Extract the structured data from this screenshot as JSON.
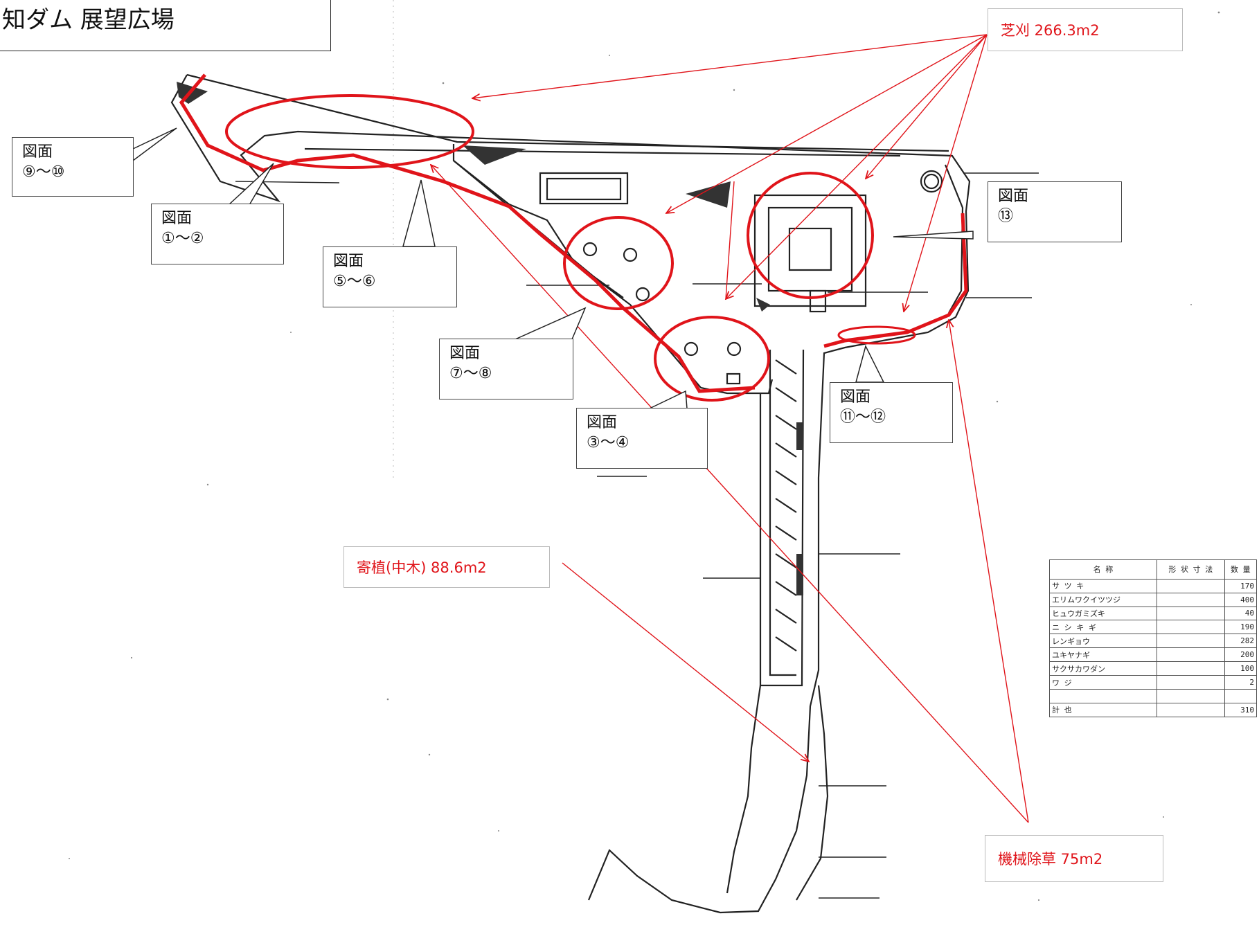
{
  "title": "知ダム 展望広場",
  "callouts": [
    {
      "id": "c9",
      "heading": "図面",
      "range": "⑨〜⑩"
    },
    {
      "id": "c1",
      "heading": "図面",
      "range": "①〜②"
    },
    {
      "id": "c5",
      "heading": "図面",
      "range": "⑤〜⑥"
    },
    {
      "id": "c7",
      "heading": "図面",
      "range": "⑦〜⑧"
    },
    {
      "id": "c3",
      "heading": "図面",
      "range": "③〜④"
    },
    {
      "id": "c11",
      "heading": "図面",
      "range": "⑪〜⑫"
    },
    {
      "id": "c13",
      "heading": "図面",
      "range": "⑬"
    }
  ],
  "notes": {
    "mowing": "芝刈 266.3m2",
    "planting": "寄植(中木) 88.6m2",
    "weeding": "機械除草 75m2"
  },
  "colors": {
    "annotation": "#e0141a",
    "drawing": "#222222"
  },
  "plant_table": {
    "header": [
      "名 称",
      "形 状 寸 法",
      "数 量"
    ],
    "rows": [
      {
        "name": "サ ツ キ",
        "q": "170"
      },
      {
        "name": "エリムワクイツツジ",
        "q": "400"
      },
      {
        "name": "ヒュウガミズキ",
        "q": "40"
      },
      {
        "name": "ニ シ キ ギ",
        "q": "190"
      },
      {
        "name": "レンギョウ",
        "q": "282"
      },
      {
        "name": "ユキヤナギ",
        "q": "200"
      },
      {
        "name": "サクサカワダン",
        "q": "100"
      },
      {
        "name": "ワ ジ",
        "q": "2"
      },
      {
        "name": "",
        "q": ""
      },
      {
        "name": "計 也",
        "q": "310"
      }
    ]
  }
}
